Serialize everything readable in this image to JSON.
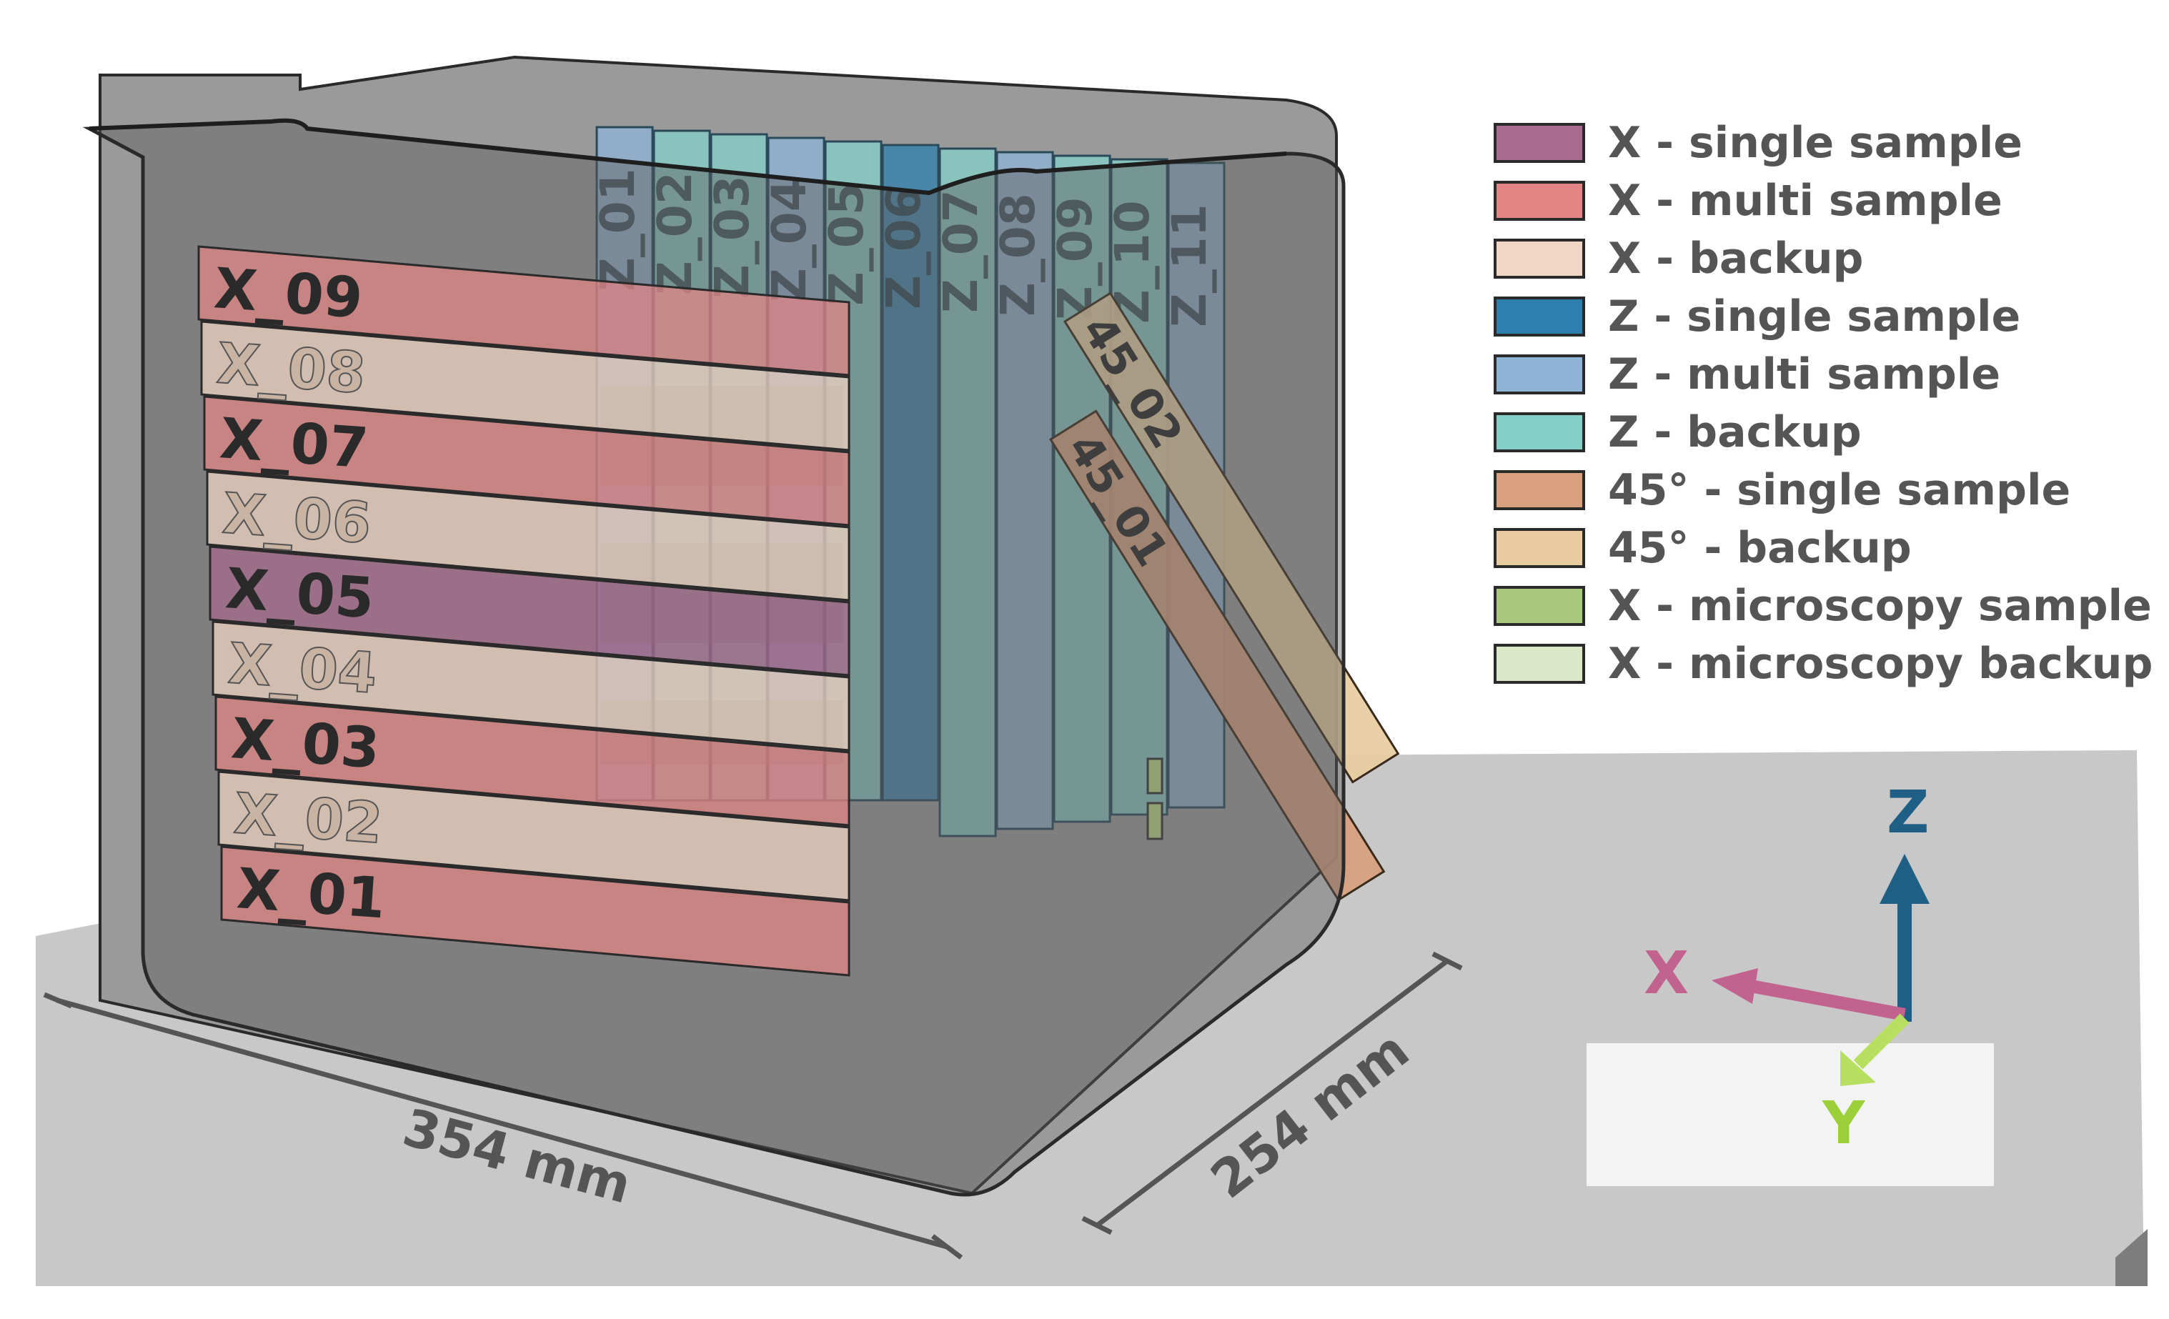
{
  "dimensions": {
    "length": "354 mm",
    "width": "254 mm"
  },
  "x_specimens": [
    {
      "label": "X_09",
      "category": "X - multi sample"
    },
    {
      "label": "X_08",
      "category": "X - backup"
    },
    {
      "label": "X_07",
      "category": "X - multi sample"
    },
    {
      "label": "X_06",
      "category": "X - backup"
    },
    {
      "label": "X_05",
      "category": "X - single sample"
    },
    {
      "label": "X_04",
      "category": "X - backup"
    },
    {
      "label": "X_03",
      "category": "X - multi sample"
    },
    {
      "label": "X_02",
      "category": "X - backup"
    },
    {
      "label": "X_01",
      "category": "X - multi sample"
    }
  ],
  "z_specimens": [
    {
      "label": "Z_01",
      "category": "Z - multi sample"
    },
    {
      "label": "Z_02",
      "category": "Z - backup"
    },
    {
      "label": "Z_03",
      "category": "Z - backup"
    },
    {
      "label": "Z_04",
      "category": "Z - multi sample"
    },
    {
      "label": "Z_05",
      "category": "Z - backup"
    },
    {
      "label": "Z_06",
      "category": "Z - single sample"
    },
    {
      "label": "Z_07",
      "category": "Z - backup"
    },
    {
      "label": "Z_08",
      "category": "Z - multi sample"
    },
    {
      "label": "Z_09",
      "category": "Z - backup"
    },
    {
      "label": "Z_10",
      "category": "Z - backup"
    },
    {
      "label": "Z_11",
      "category": "Z - multi sample"
    }
  ],
  "diag_specimens": [
    {
      "label": "45_02",
      "category": "45° - backup"
    },
    {
      "label": "45_01",
      "category": "45° - single sample"
    }
  ],
  "legend": [
    {
      "label": "X - single sample",
      "color": "#a86a8e"
    },
    {
      "label": "X - multi sample",
      "color": "#e48585"
    },
    {
      "label": "X - backup",
      "color": "#f2d6c5"
    },
    {
      "label": "Z - single sample",
      "color": "#2d7fae"
    },
    {
      "label": "Z - multi sample",
      "color": "#8eb3d6"
    },
    {
      "label": "Z - backup",
      "color": "#84cfc8"
    },
    {
      "label": "45° - single sample",
      "color": "#d9a07e"
    },
    {
      "label": "45° - backup",
      "color": "#e8cca0"
    },
    {
      "label": "X - microscopy sample",
      "color": "#a9c97e"
    },
    {
      "label": "X - microscopy backup",
      "color": "#dbe8c8"
    }
  ],
  "axes": {
    "x_label": "X",
    "x_color": "#c2628f",
    "y_label": "Y",
    "y_color": "#9bd03a",
    "z_label": "Z",
    "z_color": "#1f5f86"
  }
}
